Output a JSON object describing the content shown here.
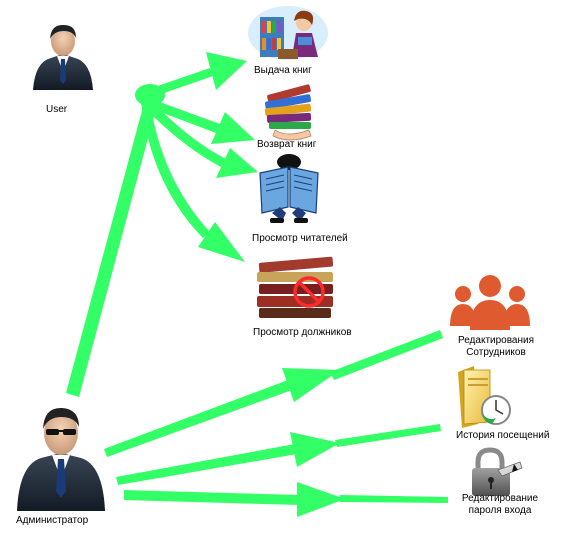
{
  "actors": {
    "user": {
      "label": "User"
    },
    "admin": {
      "label": "Администратор"
    }
  },
  "user_actions": [
    {
      "label": "Выдача книг",
      "icon": "librarian-icon"
    },
    {
      "label": "Возврат книг",
      "icon": "book-stack-hand-icon"
    },
    {
      "label": "Просмотр читателей",
      "icon": "reader-with-book-icon"
    },
    {
      "label": "Просмотр должников",
      "icon": "prohibited-books-icon"
    }
  ],
  "admin_actions": [
    {
      "label_line1": "Редактирования",
      "label_line2": "Сотрудников",
      "icon": "staff-group-icon"
    },
    {
      "label": "История посещений",
      "icon": "folder-clock-icon"
    },
    {
      "label_line1": "Редактирование",
      "label_line2": "пароля входа",
      "icon": "padlock-key-icon"
    }
  ],
  "colors": {
    "arrow": "#33ff66",
    "staff_icon": "#e05a30",
    "suit": "#1e2a3a",
    "tie": "#1a3a7a"
  }
}
